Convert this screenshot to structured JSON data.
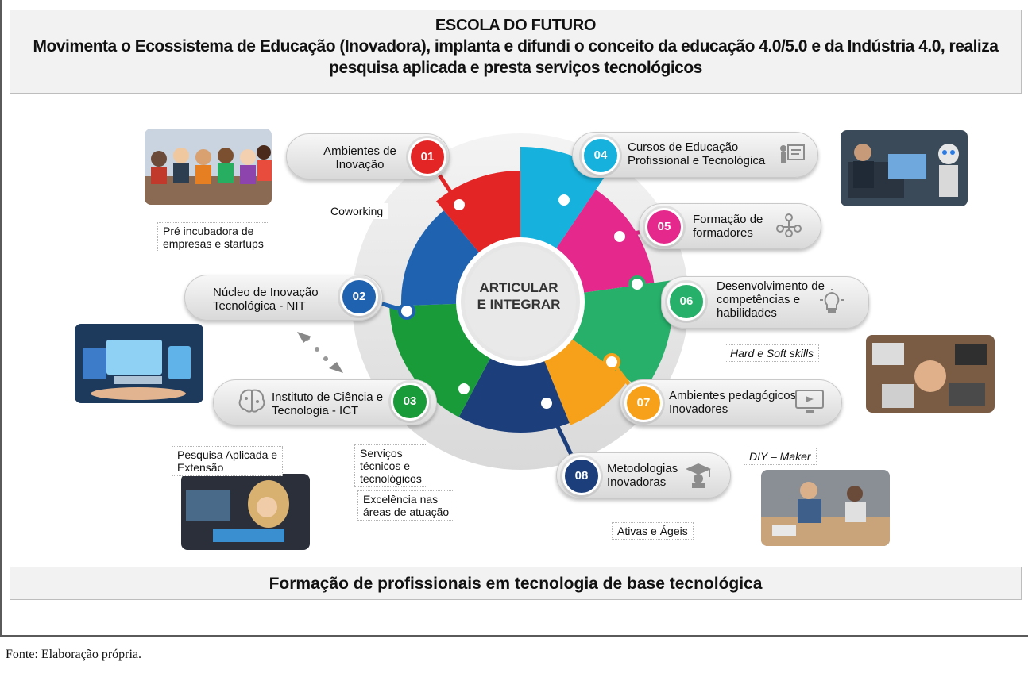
{
  "header": {
    "title": "ESCOLA DO FUTURO",
    "subtitle": "Movimenta o Ecossistema de Educação (Inovadora), implanta e difundi o conceito da educação 4.0/5.0 e da Indústria 4.0, realiza pesquisa aplicada e presta serviços tecnológicos"
  },
  "center": {
    "line1": "ARTICULAR",
    "line2": "E INTEGRAR"
  },
  "items": [
    {
      "number": "01",
      "line1": "Ambientes de",
      "line2": "Inovação",
      "color": "#e32526"
    },
    {
      "number": "02",
      "line1": "Núcleo de Inovação",
      "line2": "Tecnológica - NIT",
      "color": "#1f63b0"
    },
    {
      "number": "03",
      "line1": "Instituto de Ciência e",
      "line2": "Tecnologia - ICT",
      "color": "#1a9b3a"
    },
    {
      "number": "04",
      "line1": "Cursos de Educação",
      "line2": "Profissional e Tecnológica",
      "color": "#16b1dc"
    },
    {
      "number": "05",
      "line1": "Formação de",
      "line2": "formadores",
      "color": "#e5288c"
    },
    {
      "number": "06",
      "line1": "Desenvolvimento de",
      "line2": "competências e",
      "line3": "habilidades",
      "color": "#27b06a"
    },
    {
      "number": "07",
      "line1": "Ambientes pedagógicos",
      "line2": "Inovadores",
      "color": "#f7a11a"
    },
    {
      "number": "08",
      "line1": "Metodologias",
      "line2": "Inovadoras",
      "color": "#1c3f7c"
    }
  ],
  "tags": {
    "coworking": "Coworking",
    "pre_incubadora_1": "Pré incubadora de",
    "pre_incubadora_2": "empresas e startups",
    "hard_soft": "Hard e Soft skills",
    "diy": "DIY – Maker",
    "ativas": "Ativas  e Ágeis",
    "pesquisa_1": "Pesquisa Aplicada e",
    "pesquisa_2": "Extensão",
    "servicos_1": "Serviços",
    "servicos_2": "técnicos e",
    "servicos_3": "tecnológicos",
    "excelencia_1": "Excelência nas",
    "excelencia_2": "áreas de atuação"
  },
  "icons": [
    "presentation-icon",
    "people-network-icon",
    "lightbulb-icon",
    "monitor-icon",
    "graduation-cap-icon",
    "brain-icon"
  ],
  "footer": {
    "text": "Formação de profissionais em tecnologia de base tecnológica"
  },
  "caption": "Fonte: Elaboração própria."
}
